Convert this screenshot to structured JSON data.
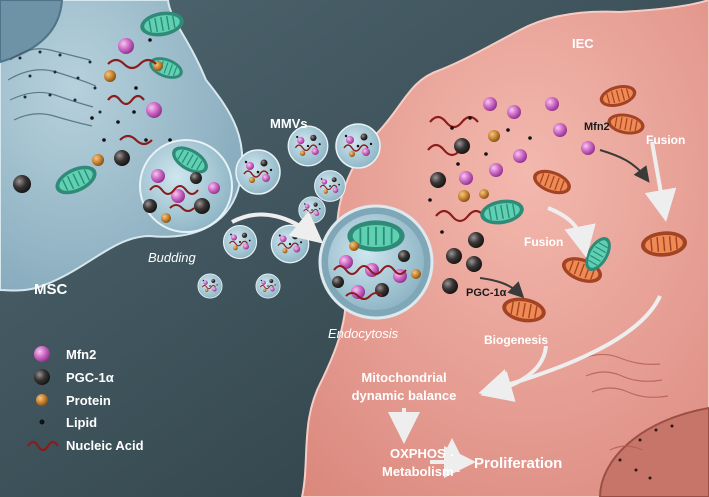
{
  "cells": {
    "msc": "MSC",
    "iec": "IEC"
  },
  "vesicles": {
    "mmvs": "MMVs",
    "budding": "Budding",
    "endocytosis": "Endocytosis"
  },
  "process": {
    "mfn2": "Mfn2",
    "fusion_top": "Fusion",
    "fusion_mid": "Fusion",
    "pgc": "PGC-1α",
    "biogenesis": "Biogenesis",
    "balance_line1": "Mitochondrial",
    "balance_line2": "dynamic balance",
    "oxphos": "OXPHOS",
    "metabolism": "Metabolism",
    "proliferation": "Proliferation"
  },
  "legend": {
    "items": [
      {
        "label": "Mfn2",
        "icon": "pink-sphere"
      },
      {
        "label": "PGC-1α",
        "icon": "dark-sphere"
      },
      {
        "label": "Protein",
        "icon": "orange-sphere"
      },
      {
        "label": "Lipid",
        "icon": "black-dot"
      },
      {
        "label": "Nucleic Acid",
        "icon": "red-wave"
      }
    ]
  },
  "colors": {
    "mfn2": "#c85fc0",
    "pgc": "#3a3535",
    "protein": "#c8832f",
    "lipid": "#111111",
    "nucleic": "#8a1c1c",
    "msc_cell": "#8fb4c6",
    "iec_cell": "#e8a29a",
    "mito_green": "#4cc3a7",
    "mito_orange": "#e8804a"
  }
}
